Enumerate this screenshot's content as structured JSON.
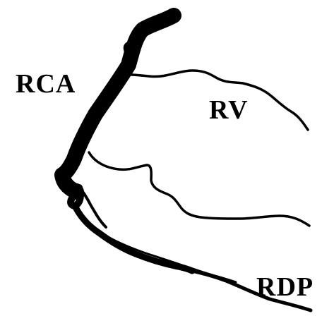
{
  "labels": {
    "rca": "RCA",
    "rv": "RV",
    "rdp": "RDP"
  },
  "colors": {
    "vessel": "#000000",
    "background": "#ffffff"
  }
}
